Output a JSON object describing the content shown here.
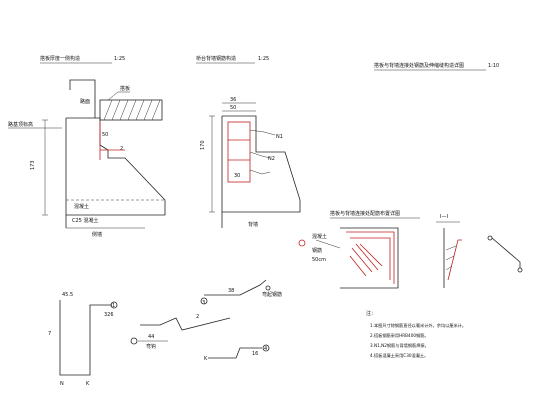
{
  "figure1": {
    "title": "搭板厚度一侧构造",
    "scale": "1:25",
    "road_surface": "路面",
    "slab": "搭板",
    "top_label": "路基顶标高",
    "dim_vertical": "173",
    "dim_top": "50",
    "rebar_label": "2",
    "base_label": "混凝土",
    "footing_label": "C25 混凝土",
    "bottom_label": "侧墙"
  },
  "figure2": {
    "title": "桥台背墙钢筋构造",
    "scale": "1:25",
    "dim_top1": "36",
    "dim_top2": "50",
    "dim_side": "170",
    "dim_mid": "30",
    "rebar_n1": "N1",
    "rebar_n2": "N2",
    "bottom_label": "背墙"
  },
  "figure3": {
    "title": "搭板与背墙连接处钢筋及伸缩缝构造详图",
    "scale": "1:10",
    "section_title": "搭板与背墙连接处配筋布置详图",
    "callout_a": "混凝土",
    "callout_b": "钢筋",
    "dim": "50cm",
    "section_mark": "Ⅰ—Ⅰ"
  },
  "rebars": {
    "r1_dim_top": "45.5",
    "r1_dim_side": "7",
    "r1_tag": "1",
    "r1_length": "326",
    "r1_n": "N",
    "r1_k": "K",
    "r2_top": "44",
    "r2_tag": "2",
    "r2_note": "弯钩",
    "r3_tag": "3",
    "r3_len": "38",
    "r3_note": "弯起钢筋",
    "r4_tag": "4",
    "r4_len": "16",
    "r4_k": "K"
  },
  "notes": {
    "heading": "注：",
    "lines": [
      "1.本图尺寸除钢筋直径以毫米计外，余均以厘米计。",
      "2.搭板钢筋采用HRB400钢筋。",
      "3.N1,N2钢筋与背墙钢筋焊接。",
      "4.搭板混凝土采用C30混凝土。"
    ]
  }
}
